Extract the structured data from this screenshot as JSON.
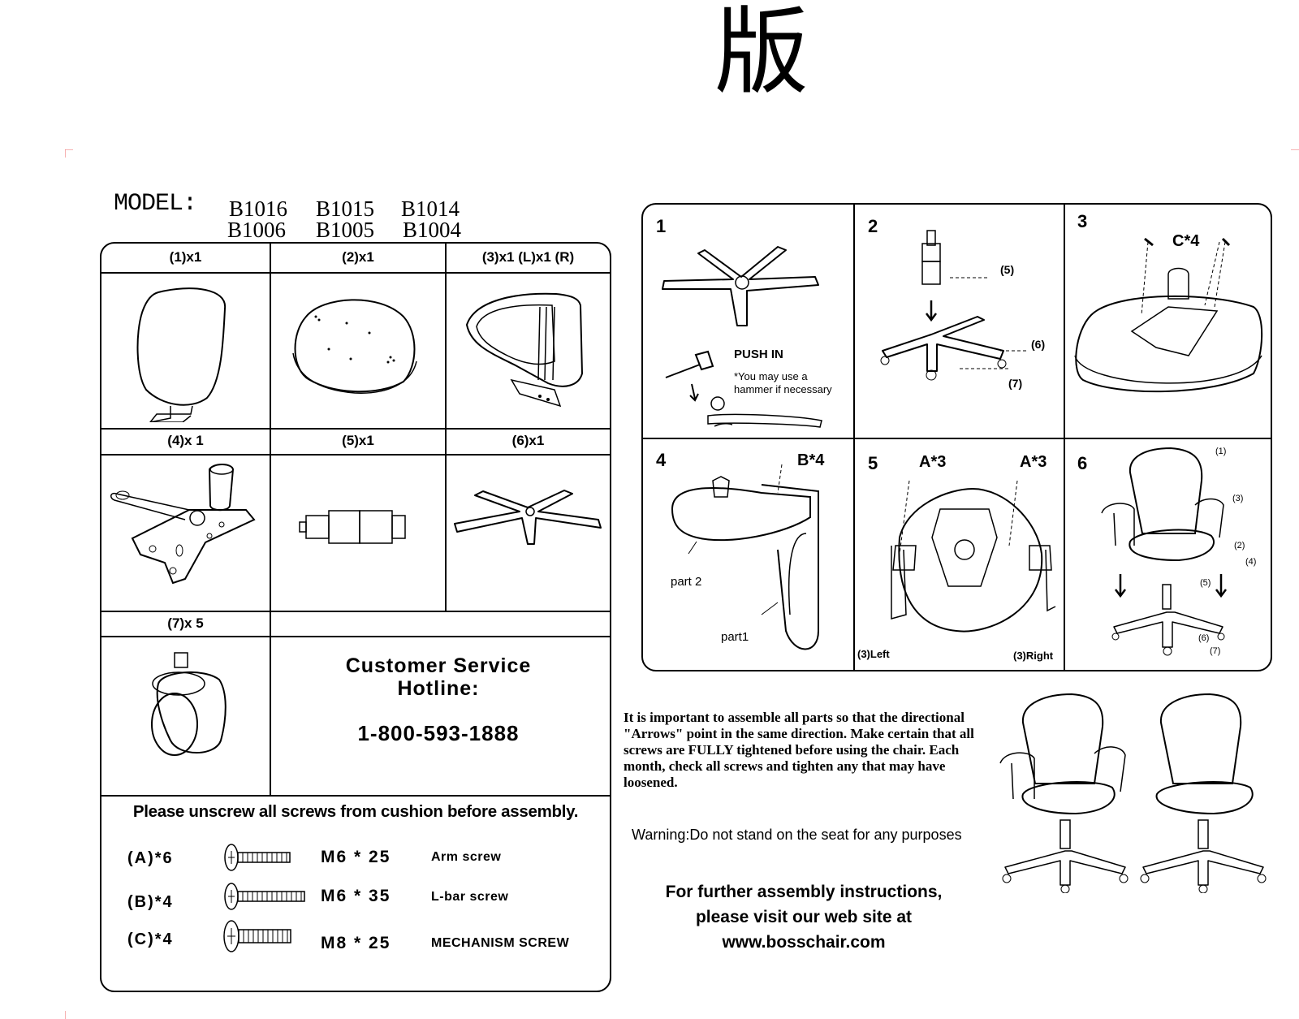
{
  "header": {
    "glyph": "版"
  },
  "model": {
    "label": "MODEL:",
    "numbers_row1": [
      "B1016",
      "B1015",
      "B1014"
    ],
    "numbers_row2": [
      "B1006",
      "B1005",
      "B1004"
    ]
  },
  "parts": {
    "items": [
      {
        "label": "(1)x1",
        "icon": "headrest-backrest-icon"
      },
      {
        "label": "(2)x1",
        "icon": "seat-cushion-icon"
      },
      {
        "label": "(3)x1 (L)x1 (R)",
        "icon": "armrest-icon"
      },
      {
        "label": "(4)x 1",
        "icon": "mechanism-icon"
      },
      {
        "label": "(5)x1",
        "icon": "gas-cylinder-icon"
      },
      {
        "label": "(6)x1",
        "icon": "star-base-icon"
      },
      {
        "label": "(7)x 5",
        "icon": "caster-icon"
      }
    ],
    "customer_service": {
      "title_line1": "Customer Service",
      "title_line2": "Hotline:",
      "phone": "1-800-593-1888"
    },
    "unscrew_note": "Please unscrew all screws from cushion before assembly.",
    "screws": [
      {
        "id": "(A)*6",
        "size": "M6 * 25",
        "name": "Arm screw"
      },
      {
        "id": "(B)*4",
        "size": "M6 * 35",
        "name": "L-bar screw"
      },
      {
        "id": "(C)*4",
        "size": "M8 * 25",
        "name": "MECHANISM SCREW"
      }
    ]
  },
  "steps": {
    "numbers": [
      "1",
      "2",
      "3",
      "4",
      "5",
      "6"
    ],
    "step1": {
      "push_in": "PUSH IN",
      "note_line1": "*You may use a",
      "note_line2": "hammer if necessary"
    },
    "step2": {
      "labels": [
        "(5)",
        "(6)",
        "(7)"
      ]
    },
    "step3": {
      "screws": "C*4"
    },
    "step4": {
      "screws": "B*4",
      "part2": "part 2",
      "part1": "part1"
    },
    "step5": {
      "screws_left": "A*3",
      "screws_right": "A*3",
      "left": "(3)Left",
      "right": "(3)Right"
    },
    "step6": {
      "labels": [
        "(1)",
        "(3)",
        "(2)",
        "(4)",
        "(5)",
        "(6)",
        "(7)"
      ]
    }
  },
  "important_note": "It is important to assemble all parts so that the directional \"Arrows\" point in the same direction. Make certain that all screws are FULLY tightened before using the chair. Each month, check all screws and tighten any that may have loosened.",
  "warning": "Warning:Do not stand on the seat for any purposes",
  "further": {
    "line1": "For further assembly instructions,",
    "line2": "please visit our web site at",
    "line3": "www.bosschair.com"
  }
}
